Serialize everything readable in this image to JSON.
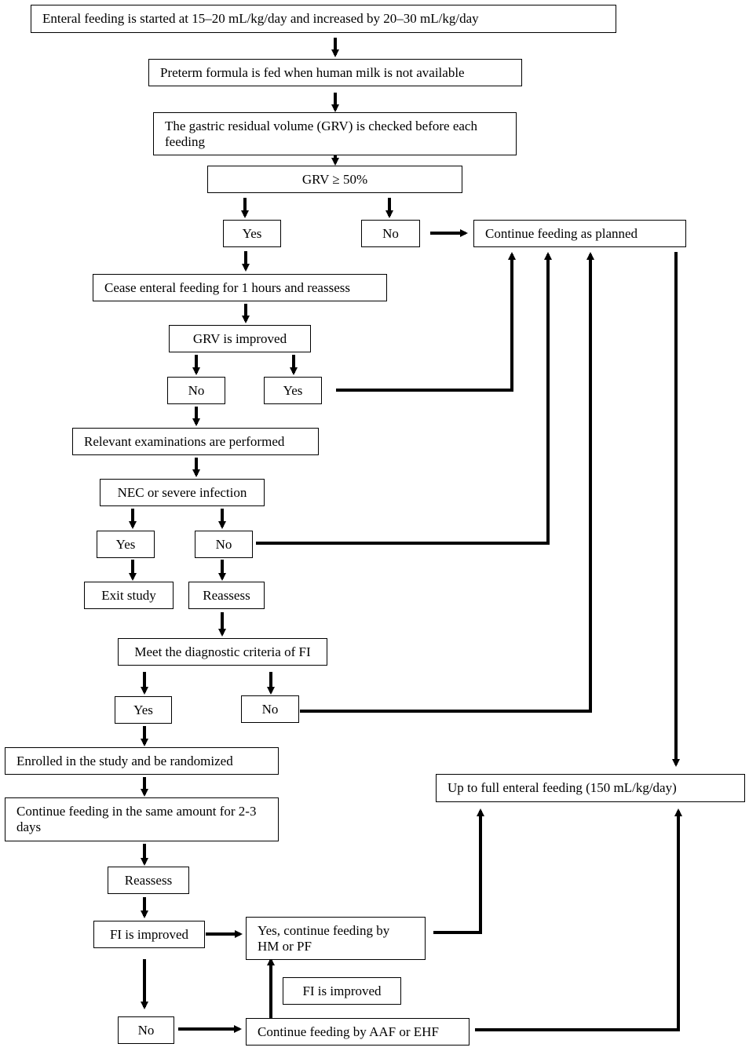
{
  "nodes": {
    "start": "Enteral feeding is started at 15–20 mL/kg/day and increased by 20–30 mL/kg/day",
    "preterm_formula": "Preterm formula is fed when human milk is not available",
    "grv_check": "The gastric residual volume (GRV) is checked before each feeding",
    "grv_threshold": "GRV ≥ 50%",
    "grv_yes": "Yes",
    "grv_no": "No",
    "continue_planned": "Continue feeding as planned",
    "cease_feeding": "Cease enteral feeding for 1 hours and reassess",
    "grv_improved": "GRV is improved",
    "grv_improved_no": "No",
    "grv_improved_yes": "Yes",
    "examinations": "Relevant  examinations are performed",
    "nec": "NEC or severe infection",
    "nec_yes": "Yes",
    "nec_no": "No",
    "exit_study": "Exit study",
    "reassess_1": "Reassess",
    "fi_criteria": "Meet the diagnostic criteria of FI",
    "fi_yes": "Yes",
    "fi_no": "No",
    "enrolled": "Enrolled in the  study and be randomized",
    "continue_same": "Continue feeding in the same amount for 2-3 days",
    "reassess_2": "Reassess",
    "fi_improved": "FI is improved",
    "yes_continue": "Yes, continue feeding  by HM or PF",
    "fi_improved_2": "FI is improved",
    "no_final": "No",
    "continue_aaf": "Continue feeding by AAF or EHF",
    "full_enteral": "Up to full enteral feeding (150 mL/kg/day)"
  }
}
